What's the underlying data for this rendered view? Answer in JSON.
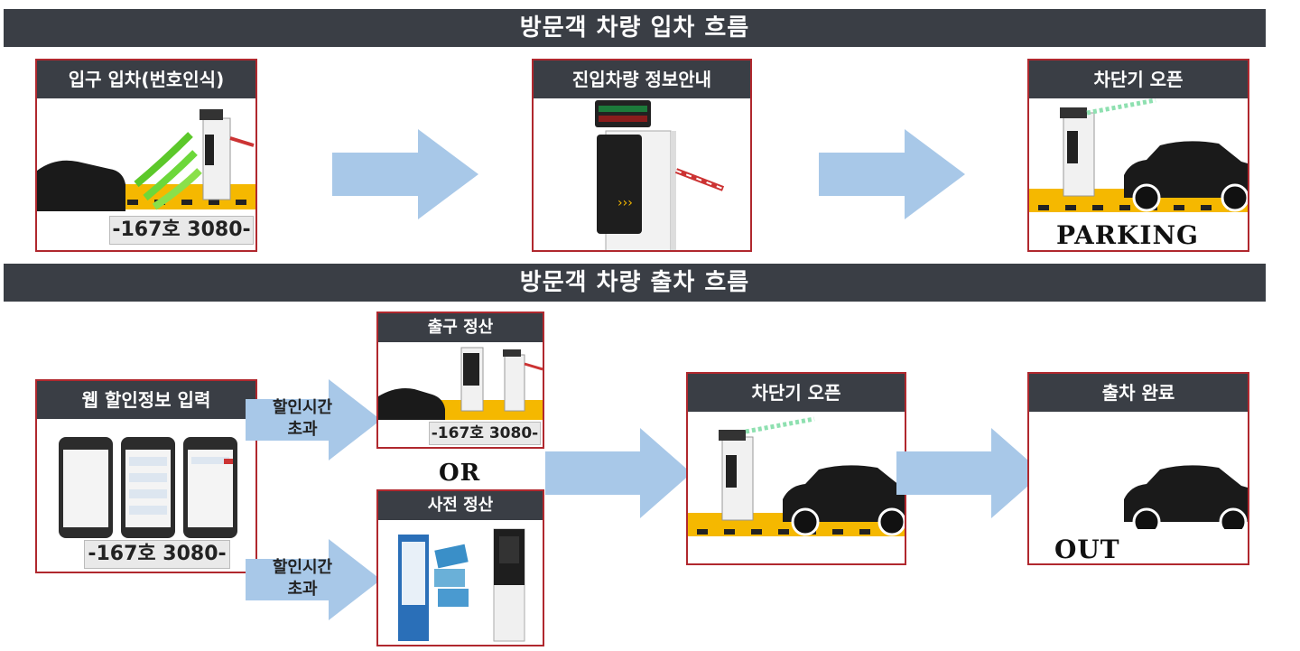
{
  "entry": {
    "title": "방문객 차량 입차 흐름",
    "step1": {
      "label": "입구 입차(번호인식)",
      "plate": "-167호 3080-"
    },
    "step2": {
      "label": "진입차량 정보안내"
    },
    "step3": {
      "label": "차단기 오픈",
      "caption": "PARKING"
    }
  },
  "exit": {
    "title": "방문객 차량 출차 흐름",
    "web": {
      "label": "웹 할인정보 입력",
      "plate": "-167호 3080-"
    },
    "arrow_top_label": [
      "할인시간",
      "초과"
    ],
    "arrow_bottom_label": [
      "할인시간",
      "초과"
    ],
    "exit_pay": {
      "label": "출구 정산",
      "plate": "-167호 3080-"
    },
    "or_text": "OR",
    "pre_pay": {
      "label": "사전 정산"
    },
    "barrier": {
      "label": "차단기 오픈"
    },
    "done": {
      "label": "출차 완료",
      "caption": "OUT"
    }
  },
  "colors": {
    "banner": "#3a3e45",
    "arrow": "#a8c8e8",
    "border": "#b0282e",
    "stripe": "#f5b800"
  }
}
